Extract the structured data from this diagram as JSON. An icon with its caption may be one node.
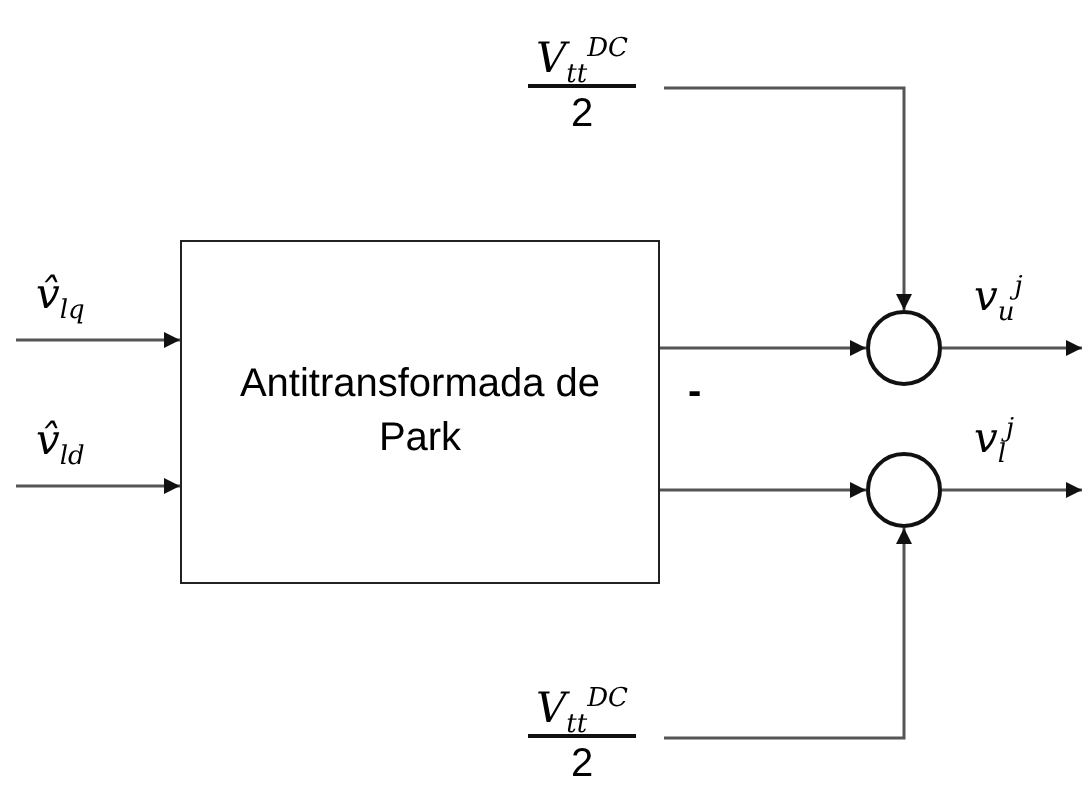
{
  "diagram": {
    "nodes": [
      {
        "text": [
          "Antitransformada de Park"
        ]
      },
      {
        "text": [],
        "shape": "circle"
      },
      {
        "text": [],
        "shape": "circle"
      },
      {
        "text": [
          "V$_{tt}$$^{DC}$",
          "2"
        ]
      },
      {
        "text": [
          "V$_{tt}$$^{DC}$",
          "2"
        ]
      }
    ],
    "edges": [
      {
        "from": null,
        "to": 0,
        "arrow": "to",
        "label": "v̂$_{lq}$"
      },
      {
        "from": null,
        "to": 0,
        "arrow": "to",
        "label": "v̂$_{ld}$"
      },
      {
        "from": 0,
        "to": 1,
        "arrow": "to"
      },
      {
        "from": 0,
        "to": 2,
        "arrow": "to"
      },
      {
        "from": 3,
        "to": 1,
        "arrow": "to"
      },
      {
        "from": 4,
        "to": 2,
        "arrow": "to"
      },
      {
        "from": 1,
        "to": null,
        "arrow": "to",
        "label": "v$_{u}$$^{j}$"
      },
      {
        "from": 2,
        "to": null,
        "arrow": "to",
        "label": "v$_{l}$$^{j}$"
      }
    ],
    "labels": [
      "-"
    ]
  }
}
